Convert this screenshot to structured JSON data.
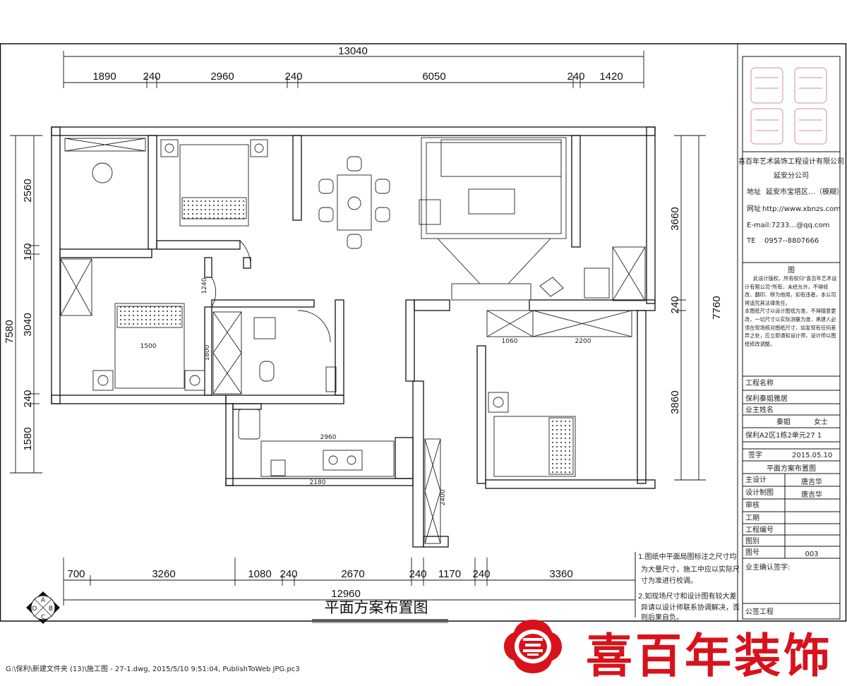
{
  "drawing_title": "平面方案布置图",
  "dimensions": {
    "top_total": "13040",
    "top": [
      "1890",
      "240",
      "2960",
      "240",
      "6050",
      "240",
      "1420"
    ],
    "bottom_total": "12960",
    "bottom": [
      "700",
      "3260",
      "1080",
      "240",
      "2670",
      "240",
      "1170",
      "240",
      "3360"
    ],
    "left_total": "7580",
    "left": [
      "2560",
      "160",
      "3040",
      "240",
      "1580"
    ],
    "right_total": "7760",
    "right": [
      "3660",
      "240",
      "3860"
    ],
    "inner": [
      "1240",
      "1800",
      "1500",
      "1060",
      "2200",
      "2960",
      "2180",
      "2400"
    ]
  },
  "compass_letters": [
    "A",
    "B",
    "C",
    "D"
  ],
  "title_block": {
    "logo_text": "喜百年",
    "company": "喜百年艺术装饰工程设计有限公司",
    "branch": "延安分公司",
    "address_label": "地址",
    "address": "延安市宝塔区…（模糊）",
    "web_label": "网址",
    "web": "http://www.xbnzs.com",
    "email": "E-mail:7233…@qq.com",
    "tel_label": "TE",
    "tel": "0957--8807666",
    "notice_title": "图",
    "notice_text": "此设计版权，所有权归\"喜百年艺术设计有限公司\"所有，未经允许，不得修改、翻印、移为他用，如有违者，本公司将追究其法律责任。\n本图纸尺寸以设计图纸为准，不得随意更改，一切尺寸以实际测量为准，承建人必须在现场核对图纸尺寸，如发现有任何差异之处，应立即通知设计师，设计师以图纸修改调整。",
    "project_label": "工程名称",
    "project_name": "保利秦姐雅居",
    "owner_label": "业主姓名",
    "owner": "秦姐",
    "owner_gender": "女士",
    "location": "保利A2区1栋2单元27 1",
    "date_label": "签字",
    "date_value": "2015.05.10",
    "sheet_title": "平面方案布置图",
    "rows": [
      {
        "label": "主设计",
        "value": "唐吉华"
      },
      {
        "label": "设计制图",
        "value": "唐吉华"
      },
      {
        "label": "审核",
        "value": ""
      },
      {
        "label": "工期",
        "value": ""
      },
      {
        "label": "工程编号",
        "value": ""
      },
      {
        "label": "图别",
        "value": ""
      },
      {
        "label": "图号",
        "value": "003"
      }
    ],
    "client_confirm": "业主确认签字:",
    "company_stamp": "公签工程"
  },
  "notes": [
    "1.图纸中平面局图标注之尺寸均",
    "为大量尺寸，施工中应以实际尺",
    "寸为准进行校调。",
    "2.如现场尺寸和设计图有较大差",
    "异请以设计师联系协调解决，否",
    "则后果自负。"
  ],
  "footer_path": "G:\\保利\\新建文件夹 (13)\\施工图 - 27-1.dwg, 2015/5/10 9:51:04, PublishToWeb JPG.pc3",
  "brand_name": "喜百年装饰",
  "colors": {
    "brand": "#d8121b",
    "line": "#111111",
    "logo_outline": "#d9a0b8"
  }
}
